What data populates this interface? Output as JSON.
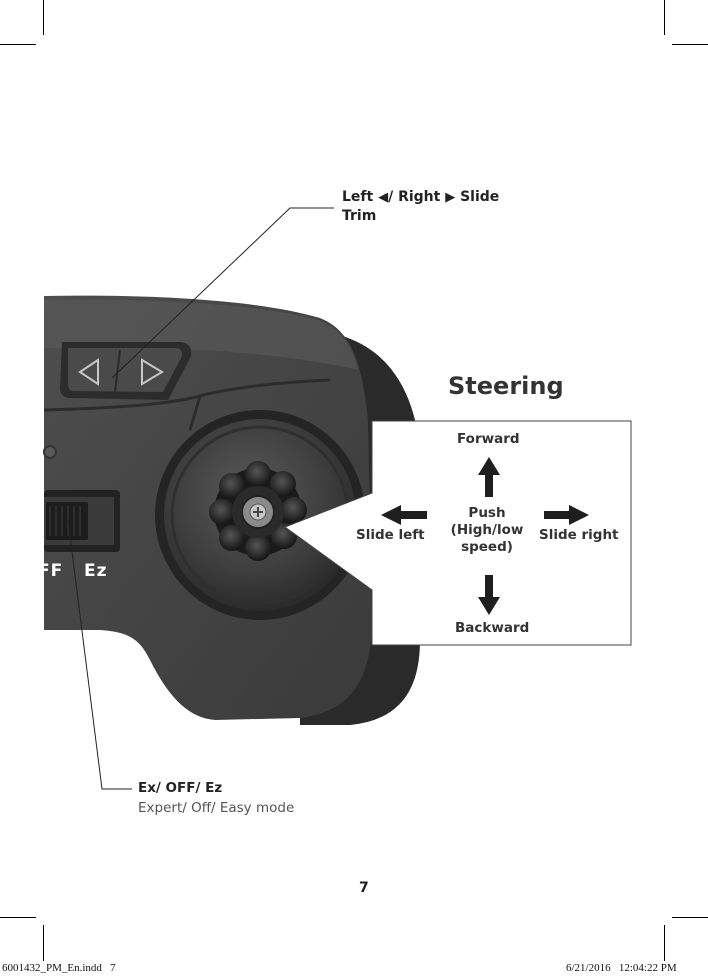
{
  "trim": {
    "left_word": "Left",
    "left_arrow": "◀",
    "right_word": "/ Right",
    "right_arrow": "▶",
    "line1_tail": "Slide",
    "line2": "Trim"
  },
  "steering": {
    "title": "Steering",
    "forward": "Forward",
    "backward": "Backward",
    "slide_left": "Slide left",
    "slide_right": "Slide right",
    "push_line1": "Push",
    "push_line2": "(High/low",
    "push_line3": "speed)"
  },
  "switch": {
    "visible_labels": "FF   Ez"
  },
  "mode": {
    "title": "Ex/ OFF/ Ez",
    "description": "Expert/ Off/ Easy mode"
  },
  "page_number": "7",
  "footer": {
    "file": "6001432_PM_En.indd   7",
    "date": "6/21/2016   12:04:22 PM"
  },
  "colors": {
    "controller_body": "#474747",
    "controller_dark": "#2a2a2a",
    "label_text": "#222222",
    "arrow_fill": "#1e1e1e"
  }
}
